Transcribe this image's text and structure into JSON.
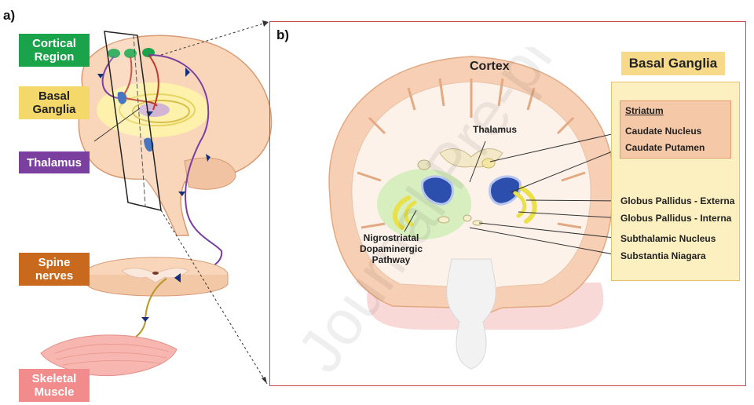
{
  "panel_a": {
    "letter": "a)",
    "labels": {
      "cortical_region": "Cortical\nRegion",
      "basal_ganglia": "Basal\nGanglia",
      "thalamus": "Thalamus",
      "spine_nerves": "Spine\nnerves",
      "skeletal_muscle": "Skeletal\nMuscle"
    },
    "colors": {
      "cortical_region": "#1aa34a",
      "basal_ganglia": "#f4d86a",
      "thalamus": "#7b3fa0",
      "spine_nerves": "#c9691d",
      "skeletal_muscle": "#f28b8b"
    }
  },
  "panel_b": {
    "letter": "b)",
    "cortex_label": "Cortex",
    "thalamus_label": "Thalamus",
    "pathway_label": "Nigrostriatal\nDopaminergic\nPathway",
    "legend": {
      "title": "Basal Ganglia",
      "striatum_title": "Striatum",
      "caudate_nucleus": "Caudate Nucleus",
      "caudate_putamen": "Caudate Putamen",
      "gp_externa": "Globus Pallidus - Externa",
      "gp_interna": "Globus Pallidus - Interna",
      "subthalamic": "Subthalamic Nucleus",
      "substantia": "Substantia Niagara"
    }
  },
  "watermark": "Journal Pre-proof"
}
